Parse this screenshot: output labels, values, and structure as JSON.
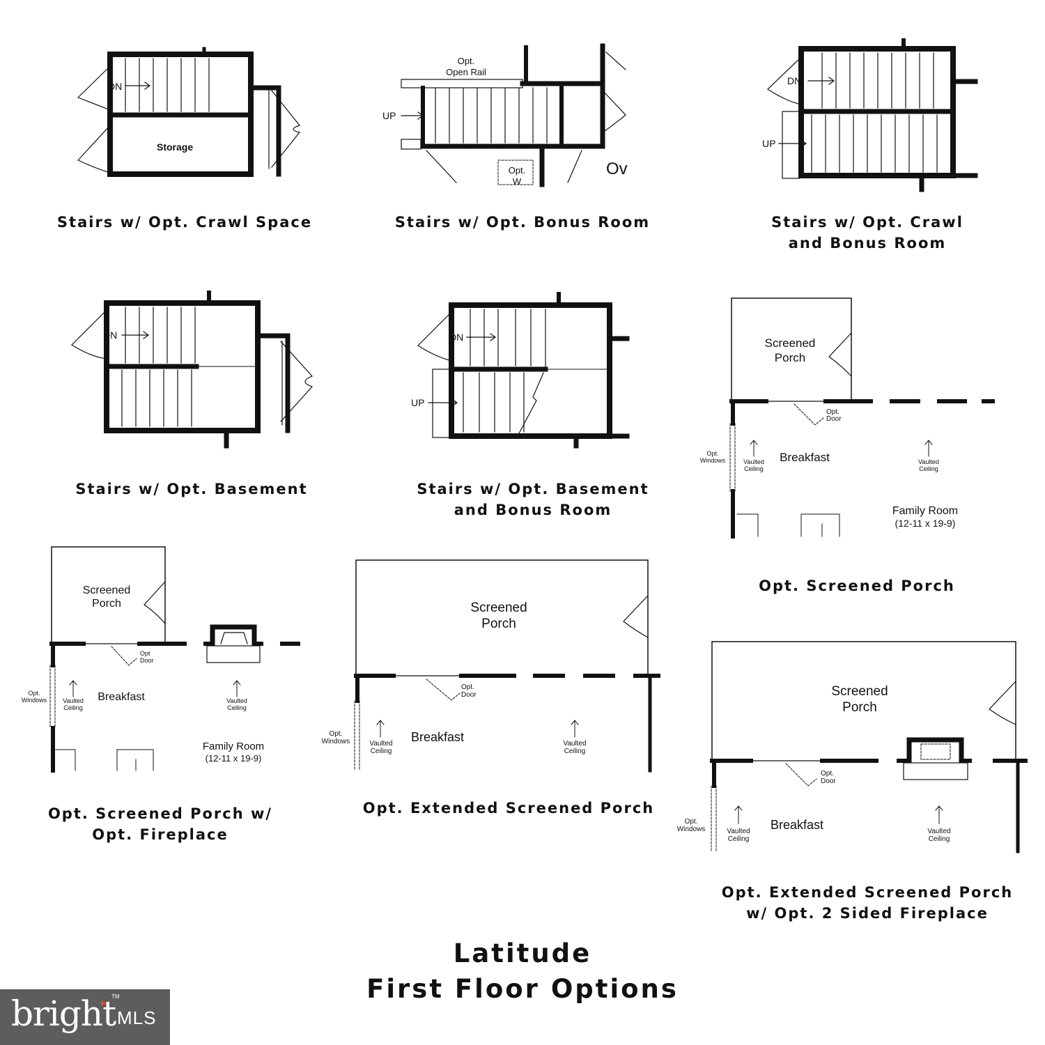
{
  "captions": {
    "c1": [
      "Stairs w/ Opt. Crawl Space"
    ],
    "c2": [
      "Stairs w/ Opt. Bonus Room"
    ],
    "c3": [
      "Stairs w/ Opt. Crawl",
      "and Bonus Room"
    ],
    "c4": [
      "Stairs w/ Opt. Basement"
    ],
    "c5": [
      "Stairs w/ Opt. Basement",
      "and Bonus Room"
    ],
    "c6": [
      "Opt. Screened Porch"
    ],
    "c7": [
      "Opt. Screened Porch w/",
      "Opt. Fireplace"
    ],
    "c8": [
      "Opt. Extended Screened Porch"
    ],
    "c9": [
      "Opt. Extended Screened Porch",
      "w/ Opt. 2 Sided Fireplace"
    ]
  },
  "title": [
    "Latitude",
    "First Floor Options"
  ],
  "labels": {
    "dn": "DN",
    "up": "UP",
    "storage": "Storage",
    "opt_open_rail": [
      "Opt.",
      "Open Rail"
    ],
    "opt_w": [
      "Opt.",
      "W"
    ],
    "ov": "Ov",
    "screened_porch": [
      "Screened",
      "Porch"
    ],
    "opt_door": [
      "Opt.",
      "Door"
    ],
    "opt_door_short": [
      "Opt",
      "Door"
    ],
    "opt_windows": [
      "Opt.",
      "Windows"
    ],
    "vaulted_ceiling": [
      "Vaulted",
      "Ceiling"
    ],
    "breakfast": "Breakfast",
    "family_room": [
      "Family Room",
      "(12-11 x 19-9)"
    ]
  },
  "logo": {
    "word": "bright",
    "tm": "TM",
    "mls": "MLS"
  }
}
